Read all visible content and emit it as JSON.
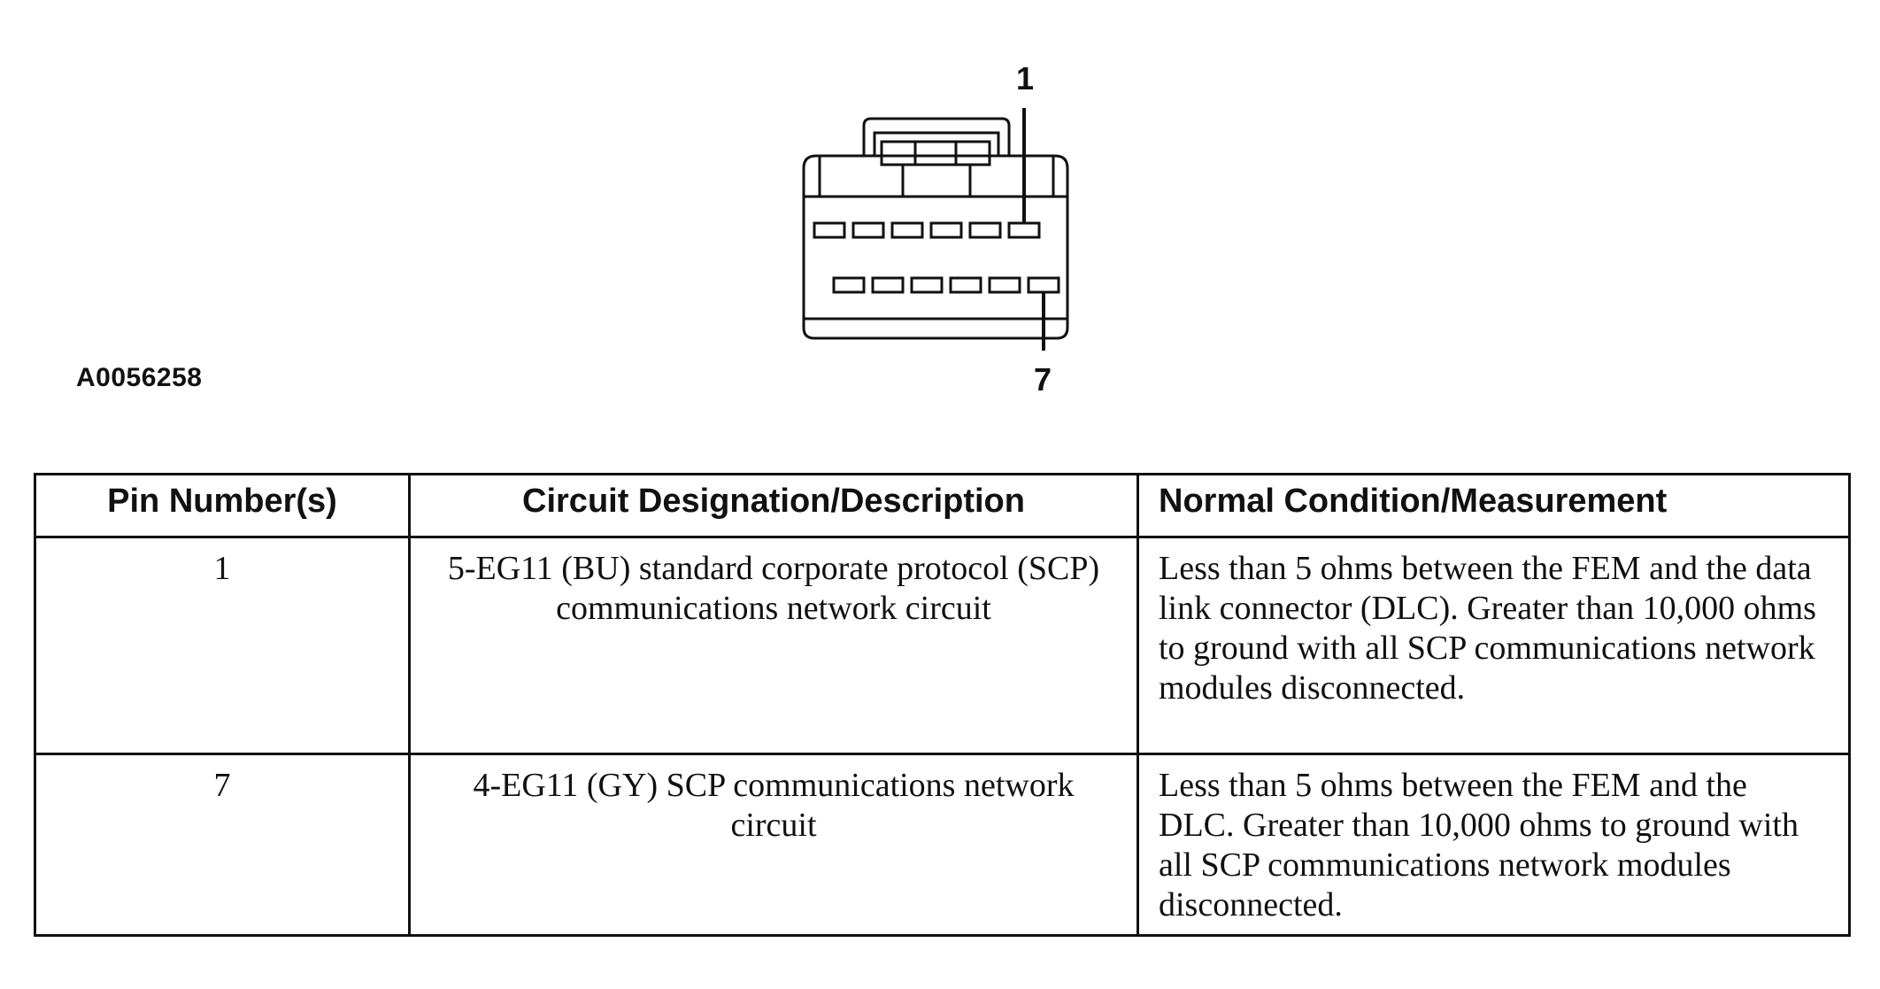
{
  "figure": {
    "id": "A0056258",
    "callouts": {
      "top_pin": "1",
      "bottom_pin": "7"
    }
  },
  "table": {
    "headers": {
      "pin": "Pin Number(s)",
      "circuit": "Circuit Designation/Description",
      "measurement": "Normal Condition/Measurement"
    },
    "rows": [
      {
        "pin": "1",
        "circuit": "5-EG11 (BU) standard corporate protocol (SCP) communications network circuit",
        "measurement": "Less than 5 ohms between the FEM and the data link connector (DLC). Greater than 10,000 ohms to ground with all SCP communications network modules disconnected."
      },
      {
        "pin": "7",
        "circuit": "4-EG11 (GY) SCP communications network circuit",
        "measurement": "Less than 5 ohms between the FEM and the DLC. Greater than 10,000 ohms to ground with all SCP communications network modules disconnected."
      }
    ]
  }
}
